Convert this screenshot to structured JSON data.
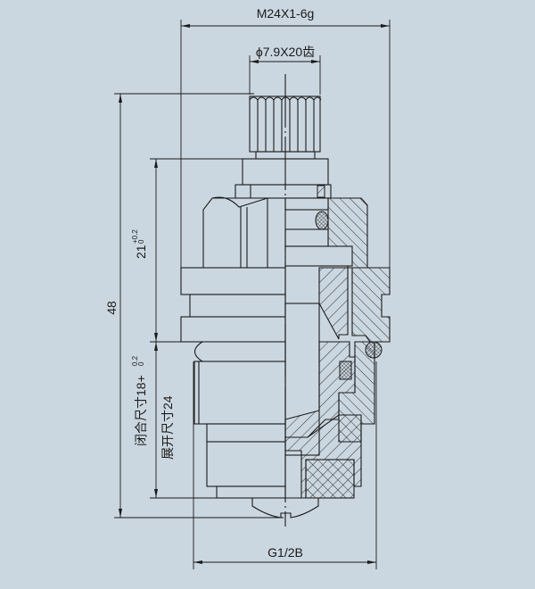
{
  "drawing": {
    "thread_dimension": "M24X1-6g",
    "spline_dimension": "ϕ7.9X20齿",
    "overall_height": "48",
    "upper_height": "21",
    "upper_tol_upper": "+0.2",
    "upper_tol_lower": "0",
    "closed_size_label": "闭合尺寸18+",
    "closed_tol_upper": "0.2",
    "closed_tol_lower": "0",
    "open_size_label": "展开尺寸24",
    "pipe_thread": "G1/2B"
  },
  "colors": {
    "background": "#cbd7e0",
    "line": "#1a1a1a"
  }
}
